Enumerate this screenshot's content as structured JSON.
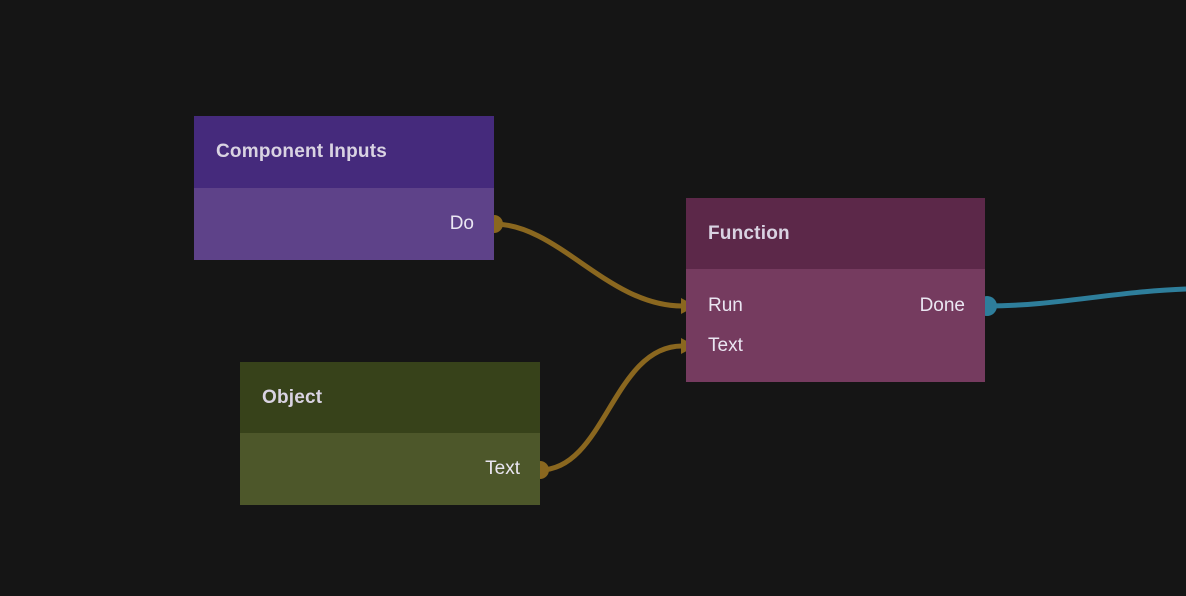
{
  "editor": {
    "kind": "visual-script-node-graph",
    "background_color": "#151515"
  },
  "palette": {
    "event_wire": "#8a671f",
    "event_port": "#8a671f",
    "output_wire": "#2e7e9b",
    "output_port": "#2e7e9b",
    "title_text": "#d9d3e2",
    "label_text": "#eae6f2"
  },
  "nodes": [
    {
      "id": "component-inputs",
      "title": "Component Inputs",
      "header_color": "#452a7c",
      "body_color": "#5e4289",
      "outputs": [
        {
          "label": "Do",
          "port_color": "#8a671f",
          "connected": true
        }
      ]
    },
    {
      "id": "object",
      "title": "Object",
      "header_color": "#37421a",
      "body_color": "#4d572a",
      "outputs": [
        {
          "label": "Text",
          "port_color": "#8a671f",
          "connected": true
        }
      ]
    },
    {
      "id": "function",
      "title": "Function",
      "header_color": "#5c2849",
      "body_color": "#753b5f",
      "inputs": [
        {
          "label": "Run",
          "connected": true
        },
        {
          "label": "Text",
          "connected": true
        }
      ],
      "outputs": [
        {
          "label": "Done",
          "port_color": "#2e7e9b",
          "connected": true
        }
      ]
    }
  ],
  "wires": [
    {
      "from": "Component Inputs.Do",
      "to": "Function.Run",
      "color": "#8a671f"
    },
    {
      "from": "Object.Text",
      "to": "Function.Text",
      "color": "#8a671f"
    },
    {
      "from": "Function.Done",
      "to": "offscreen-right",
      "color": "#2e7e9b"
    }
  ]
}
